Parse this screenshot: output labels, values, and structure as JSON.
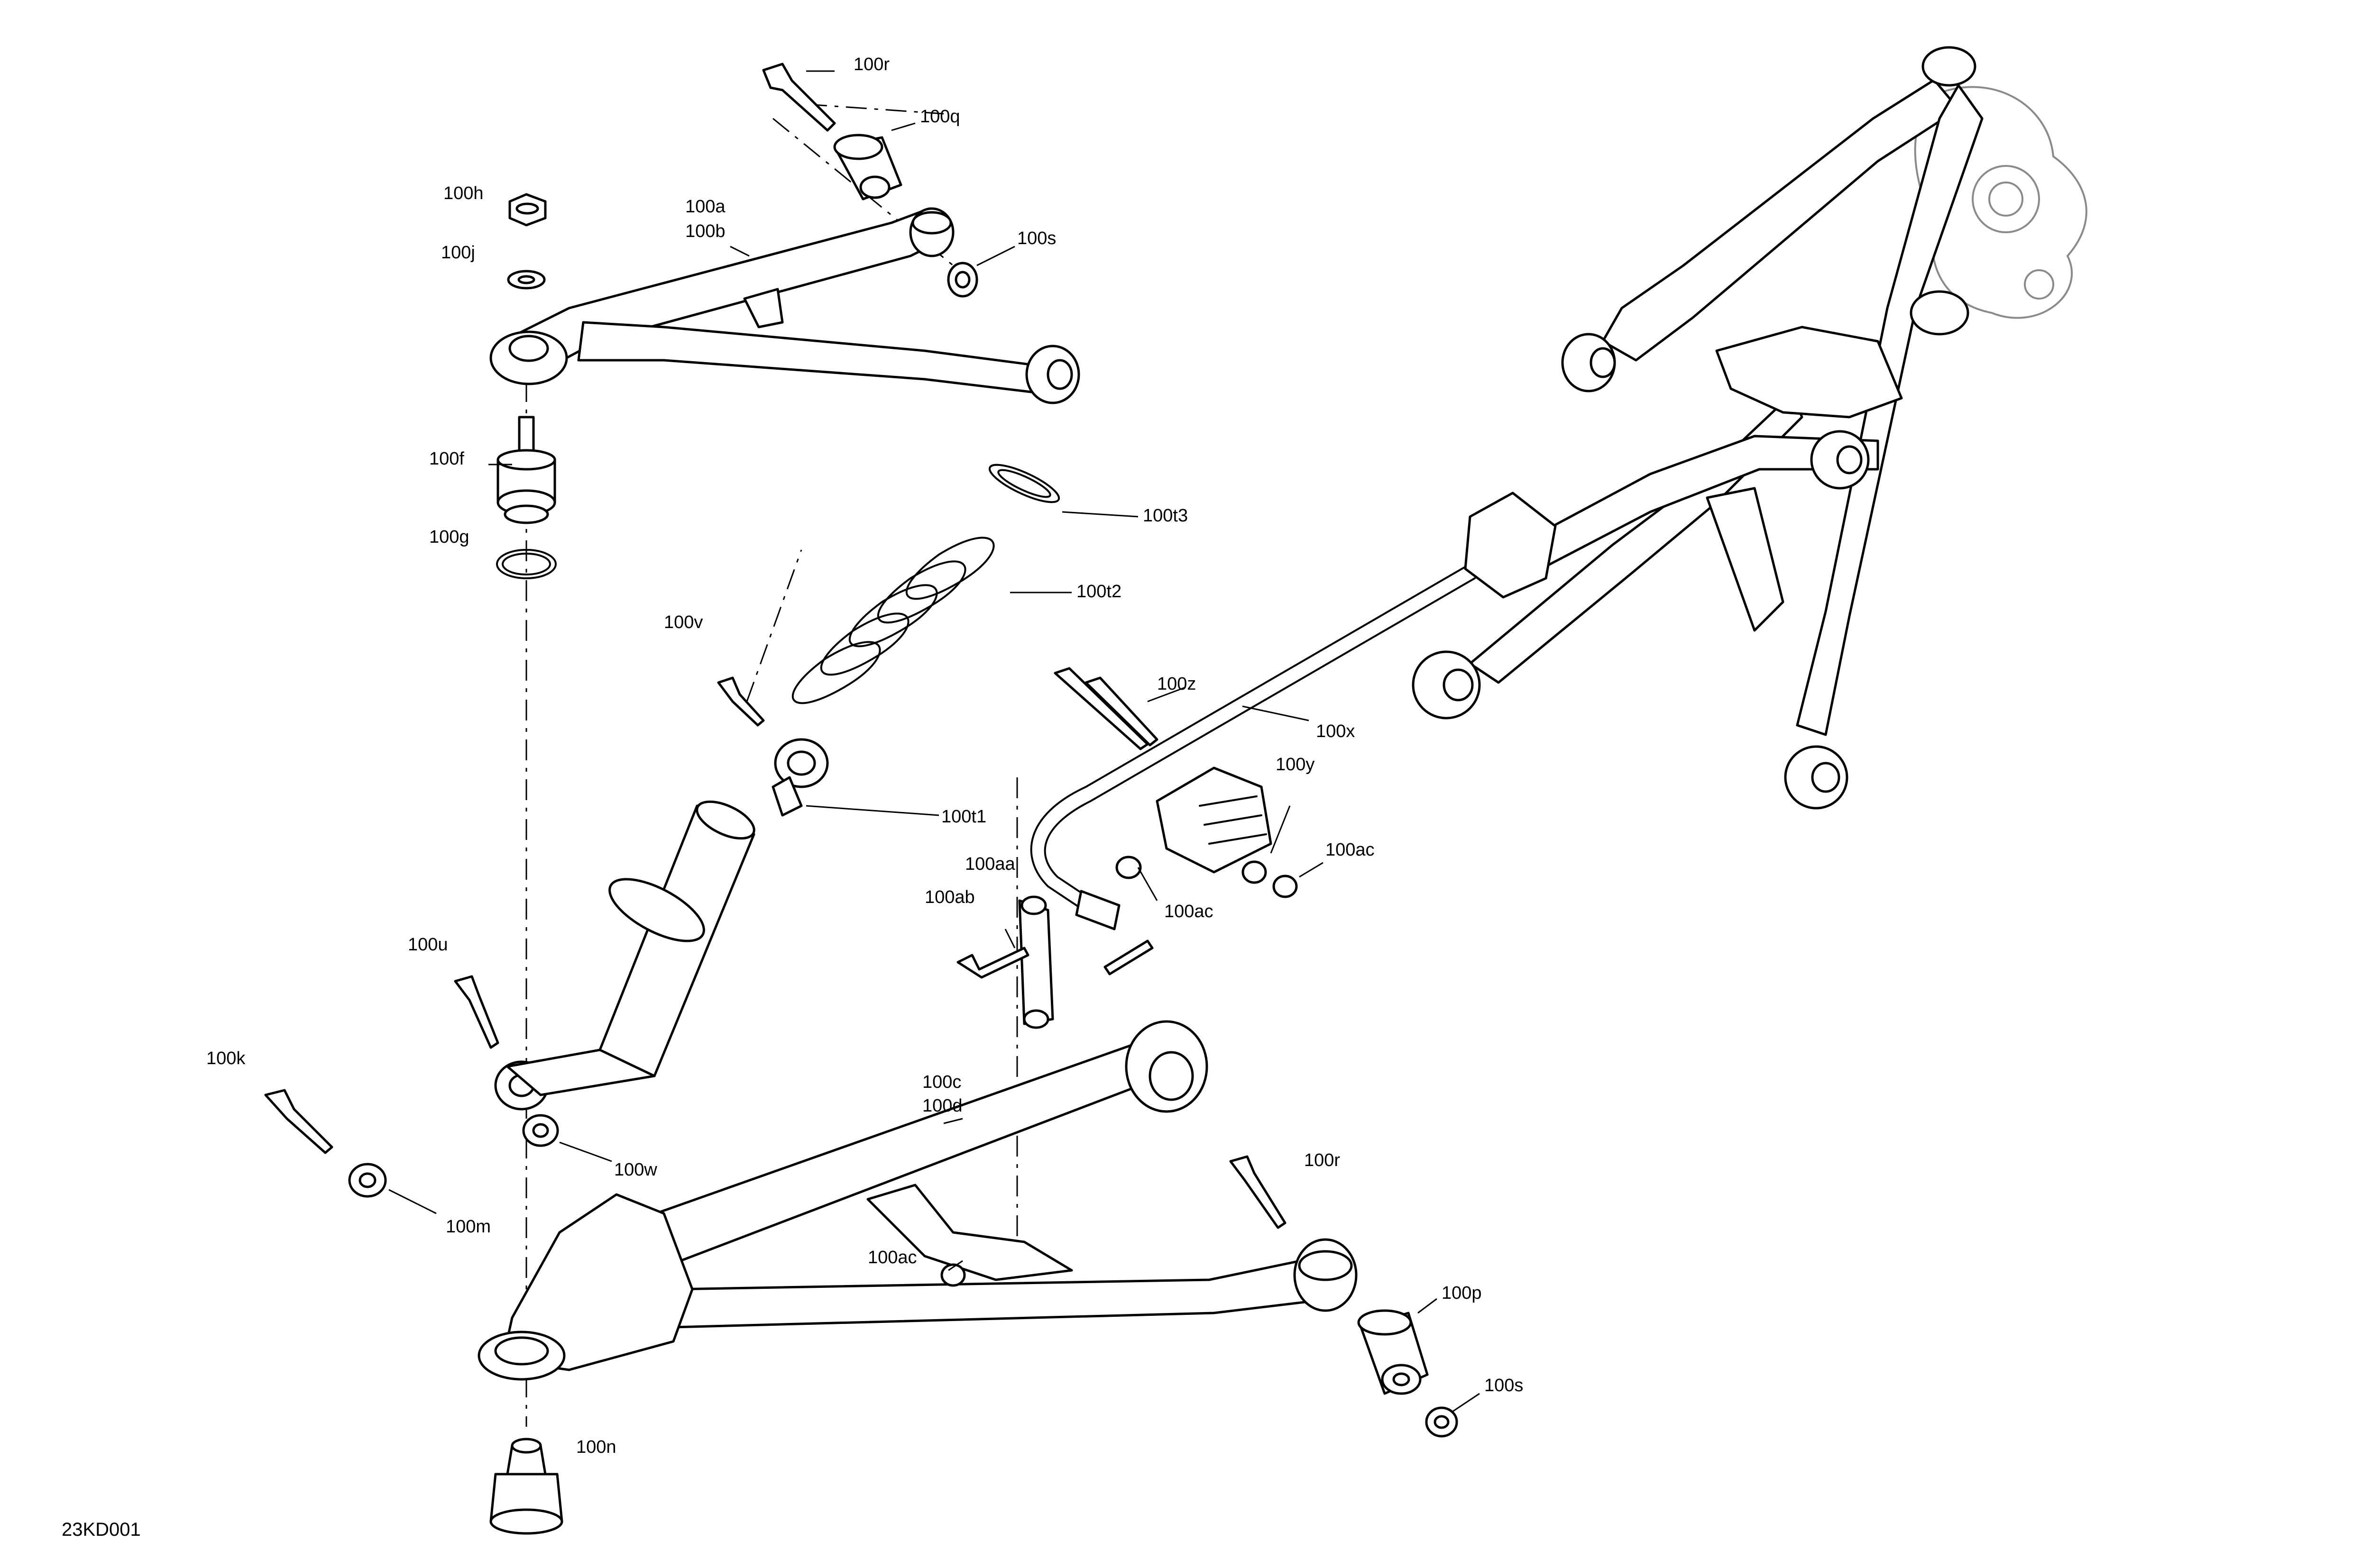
{
  "drawing_code": "23KD001",
  "callouts": {
    "c100r_top": "100r",
    "c100q": "100q",
    "c100h": "100h",
    "c100a": "100a",
    "c100b": "100b",
    "c100s_top": "100s",
    "c100j": "100j",
    "c100f": "100f",
    "c100t3": "100t3",
    "c100g": "100g",
    "c100t2": "100t2",
    "c100v": "100v",
    "c100z": "100z",
    "c100x": "100x",
    "c100y": "100y",
    "c100t1": "100t1",
    "c100ac_right": "100ac",
    "c100aa": "100aa",
    "c100ac_mid": "100ac",
    "c100ab": "100ab",
    "c100u": "100u",
    "c100k": "100k",
    "c100c": "100c",
    "c100d": "100d",
    "c100w": "100w",
    "c100r_bottom": "100r",
    "c100m": "100m",
    "c100ac_low": "100ac",
    "c100p": "100p",
    "c100s_bottom": "100s",
    "c100n": "100n"
  },
  "icons": {
    "upper_control_arm": "upper-a-arm",
    "lower_control_arm": "lower-a-arm",
    "shock_absorber": "coilover-shock",
    "spring": "coil-spring",
    "sway_bar": "stabilizer-bar",
    "ball_joint": "ball-joint",
    "assembled_suspension": "assembled-front-suspension",
    "knuckle": "steering-knuckle"
  }
}
